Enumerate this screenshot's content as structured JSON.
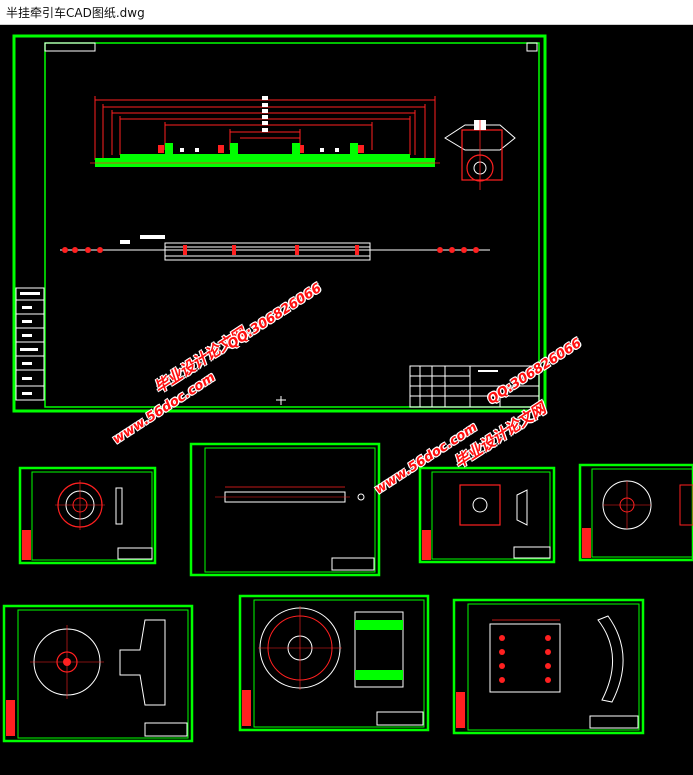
{
  "window": {
    "title": "半挂牵引车CAD图纸.dwg"
  },
  "watermarks": [
    {
      "text": "毕业设计论文网"
    },
    {
      "text": "www.56doc.com"
    },
    {
      "text": "QQ:306826066"
    },
    {
      "text": "www.56doc.com"
    },
    {
      "text": "QQ:306826066"
    },
    {
      "text": "毕业设计论文网"
    }
  ],
  "colors": {
    "background": "#000000",
    "frame": "#00ff00",
    "dimension": "#ff2020",
    "geometry": "#ffffff",
    "watermark": "#ff1010"
  }
}
